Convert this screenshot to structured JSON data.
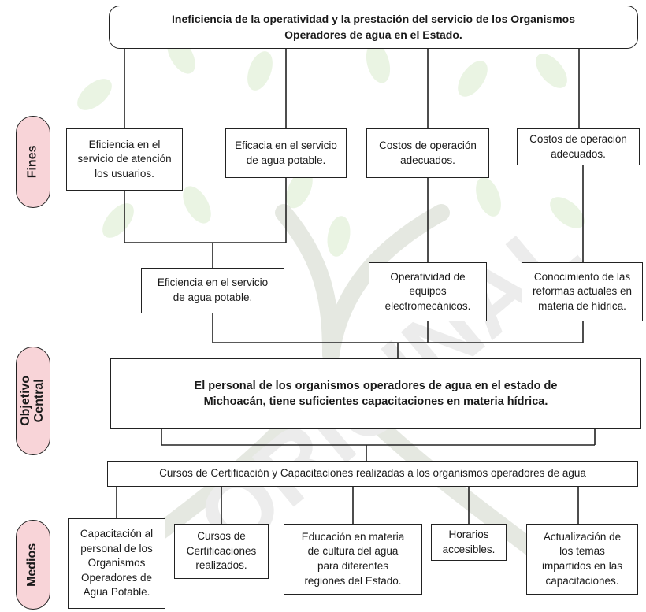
{
  "side_labels": {
    "fines": "Fines",
    "objetivo": "Objetivo\nCentral",
    "medios": "Medios"
  },
  "top_problem": "Ineficiencia de la operatividad y la prestación del servicio de los Organismos\nOperadores de agua en el Estado.",
  "fines_upper": [
    "Eficiencia en el\nservicio de atención\nlos usuarios.",
    "Eficacia en el servicio\nde agua potable.",
    "Costos de operación\nadecuados.",
    "Costos de operación\nadecuados."
  ],
  "fines_lower": [
    "Eficiencia en el servicio\nde agua potable.",
    "Operatividad de\nequipos\nelectromecánicos.",
    "Conocimiento de las\nreformas actuales en\nmateria de hídrica."
  ],
  "central_objective": "El personal de los organismos operadores de agua  en el  estado de\nMichoacán, tiene suficientes capacitaciones en materia hídrica.",
  "component": "Cursos de Certificación y Capacitaciones realizadas a los organismos operadores de agua",
  "medios": [
    "Capacitación al\npersonal de los\nOrganismos\nOperadores de\nAgua Potable.",
    "Cursos de\nCertificaciones\nrealizados.",
    "Educación en materia\nde cultura del agua\npara diferentes\nregiones del Estado.",
    "Horarios\naccesibles.",
    "Actualización de\nlos temas\nimpartidos en las\ncapacitaciones."
  ],
  "watermark_text": "ORIGINAL",
  "colors": {
    "label_fill": "#f8d4d8",
    "tree": "#cfd8c8",
    "leaves": "#cfe6c2",
    "watermark": "#e9e9e9"
  }
}
